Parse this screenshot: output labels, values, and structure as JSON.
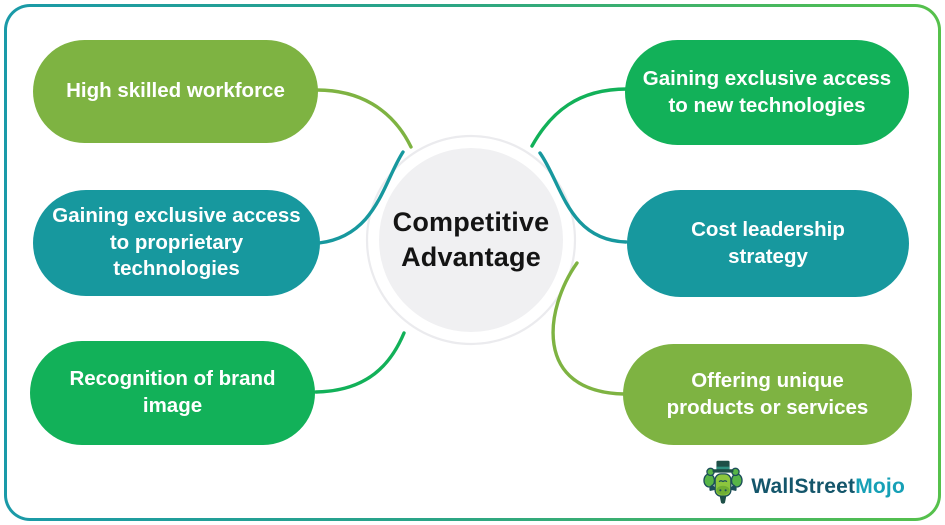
{
  "center": {
    "title": "Competitive Advantage"
  },
  "nodes": {
    "left": [
      {
        "label": "High skilled workforce",
        "color": "#7eb342"
      },
      {
        "label": "Gaining exclusive access to proprietary technologies",
        "color": "#17989e"
      },
      {
        "label": "Recognition of brand image",
        "color": "#12b159"
      }
    ],
    "right": [
      {
        "label": "Gaining exclusive access to new technologies",
        "color": "#12b159"
      },
      {
        "label": "Cost leadership strategy",
        "color": "#17989e"
      },
      {
        "label": "Offering unique products or services",
        "color": "#7eb342"
      }
    ]
  },
  "logo": {
    "brand_first": "WallStreet",
    "brand_second": "Mojo",
    "color_first": "#14566b",
    "color_second": "#16a0b6",
    "mascot_icon": "bull-mascot-icon"
  },
  "palette": {
    "card_border_left": "#1a9aa8",
    "card_border_right": "#56c14b",
    "olive": "#7eb342",
    "teal": "#17989e",
    "green": "#12b159",
    "center_circle_fill": "#f0f0f2",
    "title_color": "#141414",
    "node_text_color": "#ffffff"
  }
}
